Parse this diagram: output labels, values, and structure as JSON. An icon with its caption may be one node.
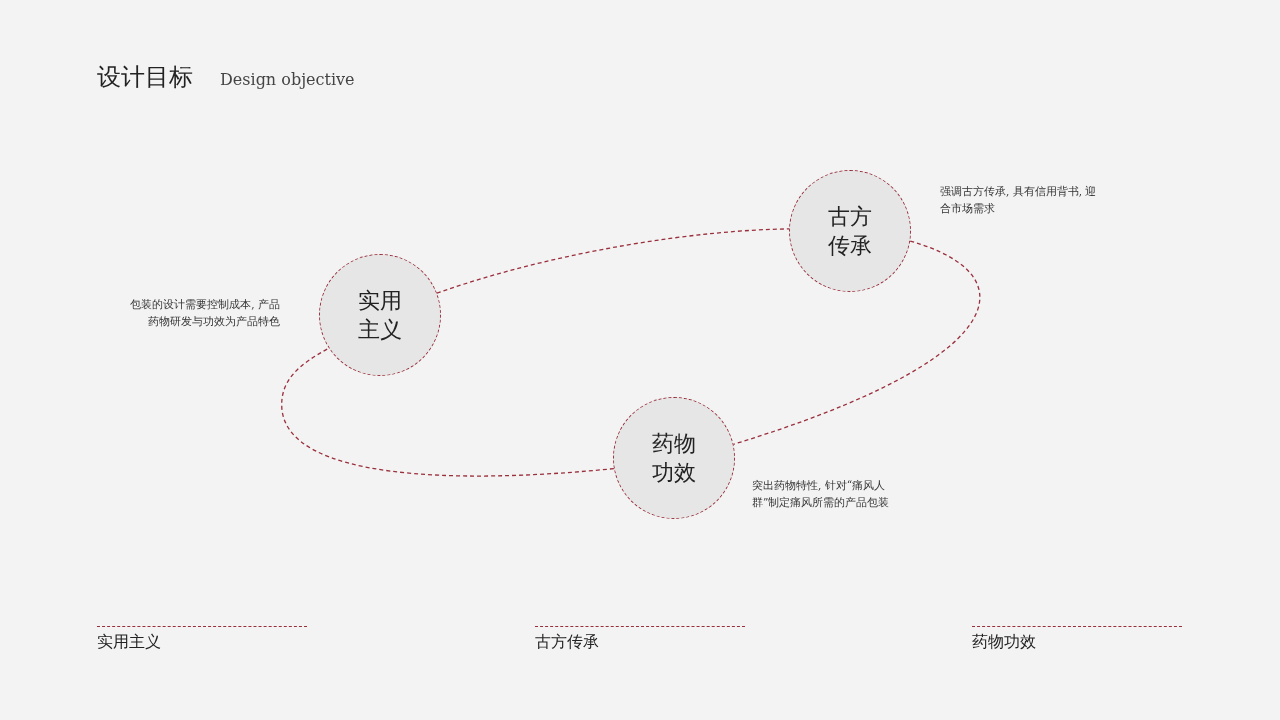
{
  "diagram": {
    "title": "设计目标",
    "nodes": [
      {
        "text": [
          "实用主义"
        ],
        "beside": [
          "包装的设计需要控制成本, 产品药物研发与功效为产品特色"
        ]
      },
      {
        "text": [
          "古方传承"
        ],
        "beside": [
          "强调古方传承, 具有信用背书, 迎合市场需求"
        ]
      },
      {
        "text": [
          "药物功效"
        ],
        "beside": [
          "突出药物特性, 针对“痛风人群”制定痛风所需的产品包装"
        ]
      }
    ],
    "edges": [
      {
        "from": 0,
        "to": 1,
        "arrow": "none",
        "style": "dashed"
      },
      {
        "from": 1,
        "to": 2,
        "arrow": "none",
        "style": "dashed"
      },
      {
        "from": 2,
        "to": 0,
        "arrow": "none",
        "style": "dashed"
      }
    ],
    "labels": [
      "Design objective",
      "实用主义",
      "古方传承",
      "药物功效"
    ]
  }
}
